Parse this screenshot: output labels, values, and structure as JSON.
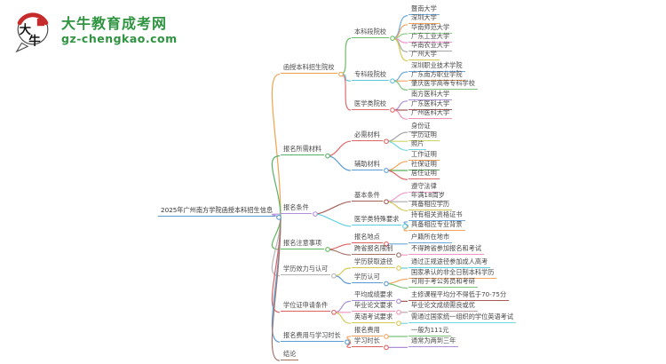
{
  "logo": {
    "brand": "大牛教育成考网",
    "domain": "gz-chengkao.com",
    "mark_top": "大",
    "mark_bottom": "牛",
    "brand_color": "#2f9440",
    "seal_color": "#c62b2b"
  },
  "mindmap": {
    "root": {
      "label": "2025年广州南方学院函授本科招生信息",
      "color": "#5b9bd5",
      "children": [
        {
          "label": "函授本科招生院校",
          "color": "#f0a24f",
          "children": [
            {
              "label": "本科段院校",
              "color": "#6abf69",
              "children": [
                {
                  "label": "暨南大学",
                  "color": "#6fa8dc",
                  "children": []
                },
                {
                  "label": "深圳大学",
                  "color": "#f4a460",
                  "children": []
                },
                {
                  "label": "华南师范大学",
                  "color": "#8fce8f",
                  "children": []
                },
                {
                  "label": "广东工业大学",
                  "color": "#ef8fd0",
                  "children": []
                },
                {
                  "label": "华南农业大学",
                  "color": "#a6a6a6",
                  "children": []
                },
                {
                  "label": "广州大学",
                  "color": "#d8cd52",
                  "children": []
                }
              ]
            },
            {
              "label": "专科段院校",
              "color": "#62c6dc",
              "children": [
                {
                  "label": "深圳职业技术学院",
                  "color": "#6fa8dc",
                  "children": []
                },
                {
                  "label": "广东南方职业学院",
                  "color": "#f4a460",
                  "children": []
                },
                {
                  "label": "肇庆医学高等专科学校",
                  "color": "#7cc47c",
                  "children": []
                }
              ]
            },
            {
              "label": "医学类院校",
              "color": "#e06c6c",
              "children": [
                {
                  "label": "南方医科大学",
                  "color": "#ab8fd8",
                  "children": []
                },
                {
                  "label": "广东医科大学",
                  "color": "#a85959",
                  "children": []
                },
                {
                  "label": "广州医科大学",
                  "color": "#ef93b5",
                  "children": []
                }
              ]
            }
          ]
        },
        {
          "label": "报名所需材料",
          "color": "#58b269",
          "children": [
            {
              "label": "必需材料",
              "color": "#e06666",
              "children": [
                {
                  "label": "身份证",
                  "color": "#a6a6a6",
                  "children": []
                },
                {
                  "label": "学历证明",
                  "color": "#cdd566",
                  "children": []
                },
                {
                  "label": "照片",
                  "color": "#6fd6e2",
                  "children": []
                }
              ]
            },
            {
              "label": "辅助材料",
              "color": "#5b9bd5",
              "children": [
                {
                  "label": "工作证明",
                  "color": "#f4a460",
                  "children": []
                },
                {
                  "label": "社保证明",
                  "color": "#5aaf5a",
                  "children": []
                },
                {
                  "label": "居住证明",
                  "color": "#e06666",
                  "children": []
                }
              ]
            }
          ]
        },
        {
          "label": "报名条件",
          "color": "#b18fd9",
          "children": [
            {
              "label": "基本条件",
              "color": "#a8625a",
              "children": [
                {
                  "label": "遵守法律",
                  "color": "#f0a0ca",
                  "children": []
                },
                {
                  "label": "年满18周岁",
                  "color": "#a8a8a8",
                  "children": []
                },
                {
                  "label": "具备相应学历",
                  "color": "#d4c85a",
                  "children": []
                }
              ]
            },
            {
              "label": "医学类特殊要求",
              "color": "#5fd0e4",
              "children": [
                {
                  "label": "持有相关资格证书",
                  "color": "#6fa8dc",
                  "children": []
                },
                {
                  "label": "具备相应专业背景",
                  "color": "#f4a460",
                  "children": []
                }
              ]
            }
          ]
        },
        {
          "label": "报名注意事项",
          "color": "#5cb85c",
          "children": [
            {
              "label": "报名地点",
              "color": "#e06060",
              "children": [
                {
                  "label": "户籍所在地市",
                  "color": "#6fa8dc",
                  "children": []
                }
              ]
            },
            {
              "label": "跨省报名限制",
              "color": "#a3766a",
              "children": [
                {
                  "label": "不得跨省参加报名和考试",
                  "color": "#f093c6",
                  "children": []
                }
              ]
            }
          ]
        },
        {
          "label": "学历效力与认可",
          "color": "#b5b5b5",
          "children": [
            {
              "label": "学历获取途径",
              "color": "#d6ca56",
              "children": [
                {
                  "label": "通过正规途径参加成人高考",
                  "color": "#62cfe0",
                  "children": []
                }
              ]
            },
            {
              "label": "学历认可",
              "color": "#5b9bd5",
              "children": [
                {
                  "label": "国家承认的非全日制本科学历",
                  "color": "#f4a460",
                  "children": []
                },
                {
                  "label": "可用于考公务员和考研",
                  "color": "#7cc47c",
                  "children": []
                }
              ]
            }
          ]
        },
        {
          "label": "学位证申请条件",
          "color": "#e06060",
          "children": [
            {
              "label": "平均成绩要求",
              "color": "#ab8fd8",
              "children": [
                {
                  "label": "主修课程平均分不得低于70-75分",
                  "color": "#a85959",
                  "children": []
                }
              ]
            },
            {
              "label": "毕业论文要求",
              "color": "#ef93b5",
              "children": [
                {
                  "label": "毕业论文成绩需良或优",
                  "color": "#b9a1a1",
                  "children": []
                }
              ]
            },
            {
              "label": "英语考试要求",
              "color": "#d6ca56",
              "children": [
                {
                  "label": "需通过国家统一组织的学位英语考试",
                  "color": "#6fd6e2",
                  "children": []
                }
              ]
            }
          ]
        },
        {
          "label": "报名费用与学习时长",
          "color": "#5b9bd5",
          "children": [
            {
              "label": "报名费用",
              "color": "#f4a460",
              "children": [
                {
                  "label": "一般为111元",
                  "color": "#7cc47c",
                  "children": []
                }
              ]
            },
            {
              "label": "学习时长",
              "color": "#e06060",
              "children": [
                {
                  "label": "通常为两到三年",
                  "color": "#ab8fd8",
                  "children": []
                }
              ]
            }
          ]
        },
        {
          "label": "结论",
          "color": "#a3766a",
          "children": []
        }
      ]
    }
  }
}
